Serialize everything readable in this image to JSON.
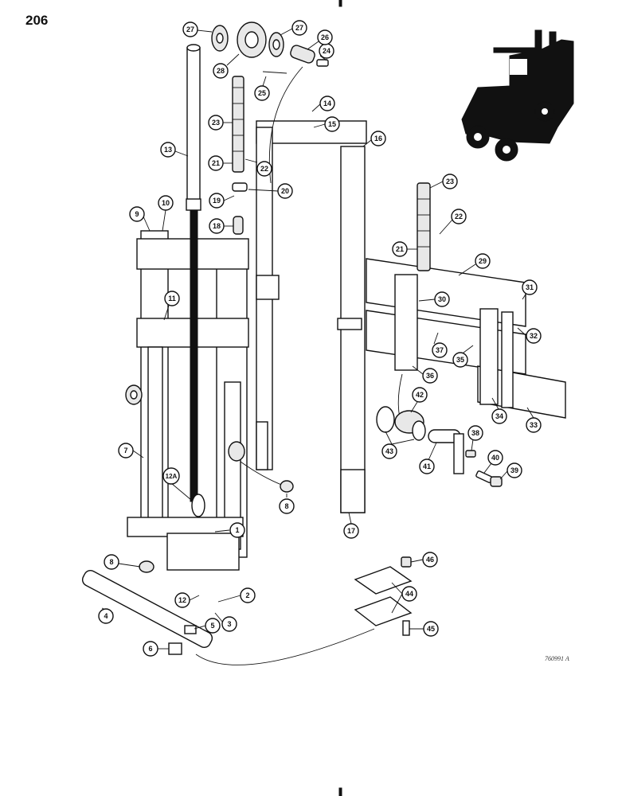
{
  "page_number": "206",
  "figure_code": "760991 A",
  "callouts": [
    {
      "id": "c1",
      "label": "1"
    },
    {
      "id": "c2",
      "label": "2"
    },
    {
      "id": "c3",
      "label": "3"
    },
    {
      "id": "c4",
      "label": "4"
    },
    {
      "id": "c5",
      "label": "5"
    },
    {
      "id": "c6",
      "label": "6"
    },
    {
      "id": "c7",
      "label": "7"
    },
    {
      "id": "c8a",
      "label": "8"
    },
    {
      "id": "c8b",
      "label": "8"
    },
    {
      "id": "c9",
      "label": "9"
    },
    {
      "id": "c10",
      "label": "10"
    },
    {
      "id": "c11",
      "label": "11"
    },
    {
      "id": "c12",
      "label": "12"
    },
    {
      "id": "c12a",
      "label": "12A"
    },
    {
      "id": "c13",
      "label": "13"
    },
    {
      "id": "c14",
      "label": "14"
    },
    {
      "id": "c15",
      "label": "15"
    },
    {
      "id": "c16",
      "label": "16"
    },
    {
      "id": "c17",
      "label": "17"
    },
    {
      "id": "c18",
      "label": "18"
    },
    {
      "id": "c19",
      "label": "19"
    },
    {
      "id": "c20",
      "label": "20"
    },
    {
      "id": "c21a",
      "label": "21"
    },
    {
      "id": "c21b",
      "label": "21"
    },
    {
      "id": "c22a",
      "label": "22"
    },
    {
      "id": "c22b",
      "label": "22"
    },
    {
      "id": "c23a",
      "label": "23"
    },
    {
      "id": "c23b",
      "label": "23"
    },
    {
      "id": "c24",
      "label": "24"
    },
    {
      "id": "c25",
      "label": "25"
    },
    {
      "id": "c26",
      "label": "26"
    },
    {
      "id": "c27a",
      "label": "27"
    },
    {
      "id": "c27b",
      "label": "27"
    },
    {
      "id": "c28",
      "label": "28"
    },
    {
      "id": "c29",
      "label": "29"
    },
    {
      "id": "c30",
      "label": "30"
    },
    {
      "id": "c31",
      "label": "31"
    },
    {
      "id": "c32",
      "label": "32"
    },
    {
      "id": "c33",
      "label": "33"
    },
    {
      "id": "c34",
      "label": "34"
    },
    {
      "id": "c35",
      "label": "35"
    },
    {
      "id": "c36",
      "label": "36"
    },
    {
      "id": "c37",
      "label": "37"
    },
    {
      "id": "c38",
      "label": "38"
    },
    {
      "id": "c39",
      "label": "39"
    },
    {
      "id": "c40",
      "label": "40"
    },
    {
      "id": "c41",
      "label": "41"
    },
    {
      "id": "c42",
      "label": "42"
    },
    {
      "id": "c43",
      "label": "43"
    },
    {
      "id": "c44",
      "label": "44"
    },
    {
      "id": "c45",
      "label": "45"
    },
    {
      "id": "c46",
      "label": "46"
    }
  ]
}
